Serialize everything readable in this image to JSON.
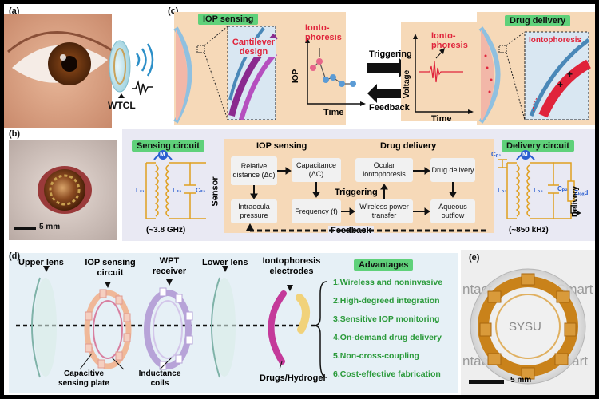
{
  "panels": {
    "a": "(a)",
    "b": "(b)",
    "c": "(c)",
    "d": "(d)",
    "e": "(e)"
  },
  "panel_a": {
    "wtcl": "WTCL"
  },
  "panel_b": {
    "scale": "5 mm"
  },
  "panel_c": {
    "iop_tag": "IOP sensing",
    "cantilever": "Cantilever design",
    "iontophoresis_left": "Ionto-phoresis",
    "iop_axis": "IOP",
    "time_axis_left": "Time",
    "triggering": "Triggering",
    "feedback": "Feedback",
    "iontophoresis_right": "Ionto-phoresis",
    "voltage_axis": "Voltage",
    "time_axis_right": "Time",
    "drug_tag": "Drug delivery",
    "iontophoresis_zoom": "Iontophoresis"
  },
  "circuit": {
    "sensing_tag": "Sensing circuit",
    "m": "M",
    "ls1": "Lₛ₁",
    "ls2": "Lₛ₂",
    "cs2": "Cₛ₂",
    "sensor": "Sensor",
    "freq_left": "(~3.8 GHz)",
    "iop_header": "IOP sensing",
    "drug_header": "Drug delivery",
    "relative_distance": "Relative distance (Δd)",
    "capacitance": "Capacitance (ΔC)",
    "intraocular": "Intraocula pressure",
    "frequency": "Frequency (f)",
    "triggering": "Triggering",
    "ocular_ionto": "Ocular iontophoresis",
    "drug_delivery_box": "Drug delivery",
    "wireless_power": "Wireless power transfer",
    "aqueous": "Aqueous outflow",
    "feedback": "Feedback",
    "delivery_tag": "Delivery circuit",
    "cp1": "Cₚ₁",
    "lp1": "Lₚ₁",
    "lp2": "Lₚ₂",
    "cp2": "Cₚ₂",
    "zload": "Zₗₒₐd",
    "delivery_out": "Delivery",
    "freq_right": "(~850 kHz)"
  },
  "panel_d": {
    "upper_lens": "Upper lens",
    "iop_circuit": "IOP sensing circuit",
    "wpt": "WPT receiver",
    "lower_lens": "Lower lens",
    "electrodes": "Iontophoresis electrodes",
    "capacitive": "Capacitive sensing plate",
    "inductance": "Inductance coils",
    "drugs": "Drugs/Hydrogel",
    "advantages_title": "Advantages",
    "advantages": [
      "1.Wireless and noninvasive",
      "2.High-degreed integration",
      "3.Sensitive IOP monitoring",
      "4.On-demand drug delivery",
      "5.Non-cross-coupling",
      "6.Cost-effective fabrication"
    ]
  },
  "panel_e": {
    "scale": "5 mm",
    "bg_text": [
      "ntact",
      "Smart",
      "SYSU",
      "ntact",
      "mart"
    ]
  },
  "colors": {
    "green_tag": "#5fd17a",
    "accent_red": "#e0243b",
    "peach": "#f6d9b8",
    "adv_green": "#2a9a3a"
  }
}
